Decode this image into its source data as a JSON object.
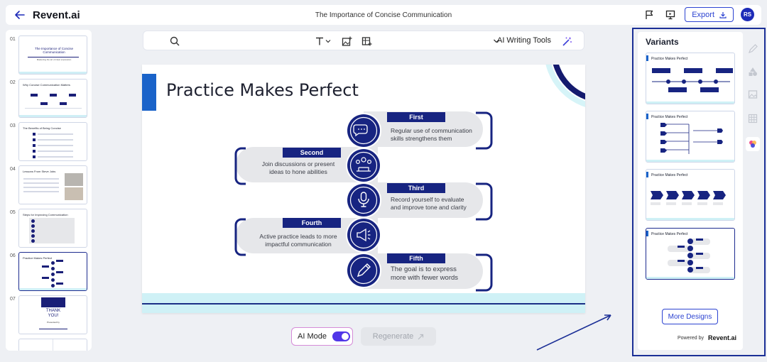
{
  "header": {
    "brand": "Revent.ai",
    "doc_title": "The Importance of Concise Communication",
    "export_label": "Export",
    "avatar_initials": "RS"
  },
  "thumbnails": [
    {
      "num": "01",
      "title": "The Importance of Concise Communication",
      "subtitle": "Mastering the art of clear expression"
    },
    {
      "num": "02",
      "title": "Why Concise Communication Matters"
    },
    {
      "num": "03",
      "title": "The Benefits of Being Concise"
    },
    {
      "num": "04",
      "title": "Lessons From Steve Jobs"
    },
    {
      "num": "05",
      "title": "Steps for Improving Communication"
    },
    {
      "num": "06",
      "title": "Practice Makes Perfect"
    },
    {
      "num": "07",
      "title": "THANK YOU!",
      "subtitle": "Presented by"
    }
  ],
  "toolbar": {
    "ai_tools_label": "AI Writing Tools"
  },
  "slide": {
    "title": "Practice Makes Perfect",
    "steps": [
      {
        "label": "First",
        "desc": "Regular use of communication skills strengthens them",
        "icon": "chat-bubbles-icon"
      },
      {
        "label": "Second",
        "desc": "Join discussions or present ideas to hone abilities",
        "icon": "meeting-icon"
      },
      {
        "label": "Third",
        "desc": "Record yourself to evaluate and improve tone and clarity",
        "icon": "microphone-icon"
      },
      {
        "label": "Fourth",
        "desc": "Active practice leads to more impactful communication",
        "icon": "megaphone-icon"
      },
      {
        "label": "Fifth",
        "desc": "The goal is to express more with fewer words",
        "icon": "pen-icon"
      }
    ]
  },
  "controls": {
    "ai_mode_label": "AI Mode",
    "regenerate_label": "Regenerate"
  },
  "variants": {
    "title": "Variants",
    "items": [
      {
        "title": "Practice Makes Perfect"
      },
      {
        "title": "Practice Makes Perfect"
      },
      {
        "title": "Practice Makes Perfect"
      },
      {
        "title": "Practice Makes Perfect"
      }
    ],
    "more_label": "More Designs",
    "powered_text": "Powered by",
    "powered_brand": "Revent.ai"
  },
  "colors": {
    "navy": "#172481",
    "accent_blue": "#2c43d1",
    "highlight_frame": "#1b2f96",
    "toggle": "#5136e8"
  }
}
